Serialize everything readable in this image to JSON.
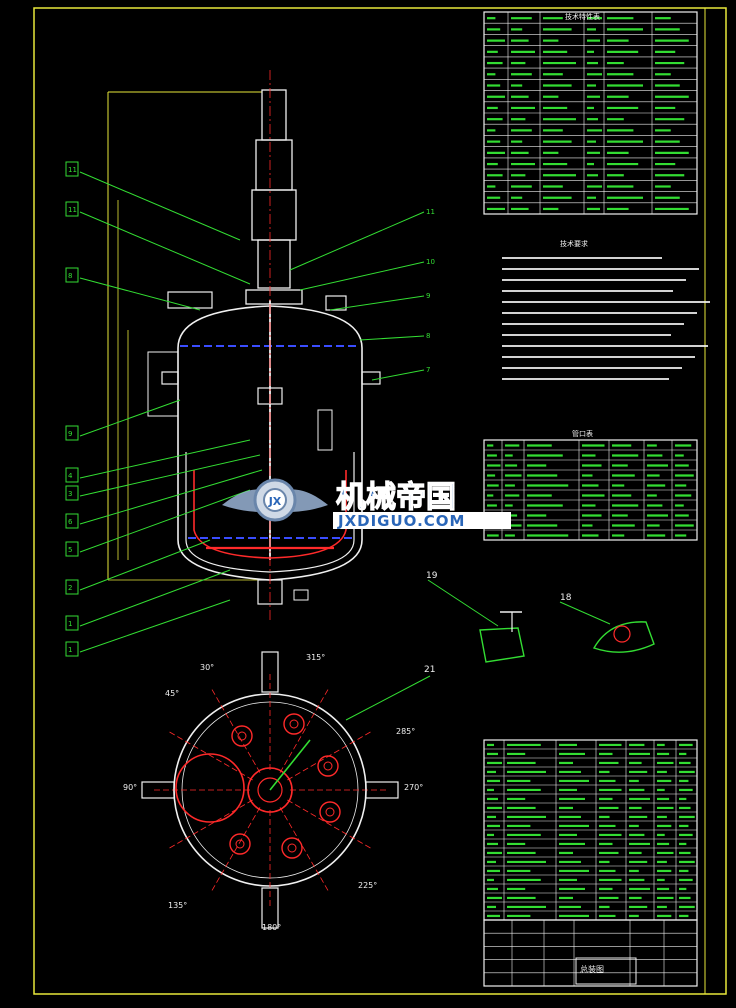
{
  "drawing": {
    "background": "#000000",
    "colors": {
      "frame": "#e8e83a",
      "green": "#33dd33",
      "white": "#f0f0f0",
      "red": "#ff2a2a",
      "blue": "#3a4dff",
      "cyan": "#26d6d6"
    }
  },
  "watermark": {
    "cn": "机械帝国",
    "en": "JXDIGUO.COM",
    "badge": "JX",
    "colors": {
      "cn": "#2a66b8",
      "en": "#2a66b8",
      "wing": "#9ab4d6"
    }
  },
  "leaders": {
    "left": [
      "11",
      "11",
      "8",
      "9",
      "4",
      "3",
      "6",
      "5",
      "2",
      "1",
      "1"
    ],
    "right": [
      "11",
      "10",
      "9",
      "8",
      "7"
    ]
  },
  "callouts": {
    "detail_a": "19",
    "detail_b": "18",
    "plan_top": "21"
  },
  "angles": [
    "30°",
    "45°",
    "90°",
    "135°",
    "180°",
    "225°",
    "270°",
    "315°",
    "285°"
  ],
  "tables": {
    "tech_title": "技术特性表",
    "notes_title": "技术要求",
    "nozzle_title": "管口表",
    "title_block": "总装图"
  }
}
